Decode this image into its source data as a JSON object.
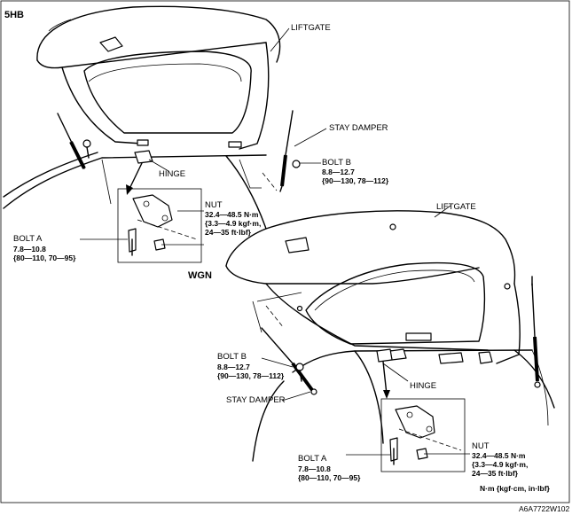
{
  "sections": {
    "hb": {
      "title": "5HB",
      "liftgate": "LIFTGATE",
      "stay_damper": "STAY DAMPER",
      "hinge": "HINGE",
      "bolt_b": {
        "label": "BOLT B",
        "spec1": "8.8—12.7",
        "spec2": "{90—130, 78—112}"
      },
      "nut": {
        "label": "NUT",
        "spec1": "32.4—48.5 N·m",
        "spec2": "{3.3—4.9 kgf·m,",
        "spec3": "24—35 ft·lbf}"
      },
      "bolt_a": {
        "label": "BOLT A",
        "spec1": "7.8—10.8",
        "spec2": "{80—110, 70—95}"
      }
    },
    "wgn": {
      "title": "WGN",
      "liftgate": "LIFTGATE",
      "stay_damper": "STAY DAMPER",
      "hinge": "HINGE",
      "bolt_b": {
        "label": "BOLT B",
        "spec1": "8.8—12.7",
        "spec2": "{90—130, 78—112}"
      },
      "nut": {
        "label": "NUT",
        "spec1": "32.4—48.5 N·m",
        "spec2": "{3.3—4.9 kgf·m,",
        "spec3": "24—35 ft·lbf}"
      },
      "bolt_a": {
        "label": "BOLT A",
        "spec1": "7.8—10.8",
        "spec2": "{80—110, 70—95}"
      }
    }
  },
  "units_note": "N·m {kgf·cm, in·lbf}",
  "figure_code": "A6A7722W102"
}
